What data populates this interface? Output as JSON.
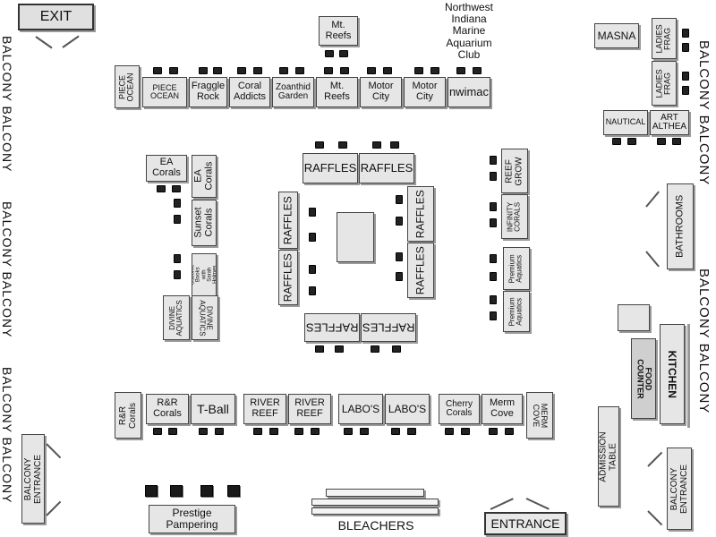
{
  "exit": "EXIT",
  "entrance": "ENTRANCE",
  "bleachers": "BLEACHERS",
  "club": "Northwest\nIndiana\nMarine\nAquarium\nClub",
  "balcony": {
    "left_col1": "BALCONY   BALCONY",
    "left_col2": "BALCONY   BALCONY",
    "left_col3": "BALCONY   BALCONY",
    "right_upper": "BALCONY   BALCONY",
    "right_lower": "BALCONY   BALCONY",
    "left_entrance": "BALCONY\nENTRANCE",
    "right_entrance": "BALCONY\nENTRANCE"
  },
  "booths": {
    "mt_reefs_top": "Mt.\nReefs",
    "masna": "MASNA",
    "ladies_frag_1": "LADIES\nFRAG",
    "ladies_frag_2": "LADIES\nFRAG",
    "piece_ocean_v": "PIECE\nOCEAN",
    "piece_ocean": "PIECE\nOCEAN",
    "fraggle_rock": "Fraggle\nRock",
    "coral_addicts": "Coral\nAddicts",
    "zoanthid_garden": "Zoanthid\nGarden",
    "mt_reefs_row": "Mt.\nReefs",
    "motor_city_1": "Motor\nCity",
    "motor_city_2": "Motor\nCity",
    "nwimac": "nwimac",
    "nautical": "NAUTICAL",
    "art_althea": "ART\nALTHEA",
    "ea_corals_h": "EA\nCorals",
    "ea_corals_v": "EA\nCorals",
    "sunset_corals": "Sunset\nCorals",
    "usborne": "Usborne Books\nwith\nSarah Holmes",
    "divine_1": "DIVINE\nAQUATICS",
    "divine_2": "DIVINE\nAQUATICS",
    "raffles_top_1": "RAFFLES",
    "raffles_top_2": "RAFFLES",
    "raffles_left_1": "RAFFLES",
    "raffles_left_2": "RAFFLES",
    "raffles_right_1": "RAFFLES",
    "raffles_right_2": "RAFFLES",
    "raffles_bottom_1": "RAFFLES",
    "raffles_bottom_2": "RAFFLES",
    "reef_grow": "REEF\nGROW",
    "infinity_corals": "INFINITY\nCORALS",
    "premium_1": "Premium\nAquatics",
    "premium_2": "Premium\nAquatics",
    "bathrooms": "BATHROOMS",
    "kitchen": "KITCHEN",
    "food_counter": "FOOD\nCOUNTER",
    "admission": "ADMISSION TABLE",
    "rr_corals_v": "R&R\nCorals",
    "rr_corals": "R&R\nCorals",
    "tball": "T-Ball",
    "river_reef_1": "RIVER\nREEF",
    "river_reef_2": "RIVER\nREEF",
    "labos_1": "LABO'S",
    "labos_2": "LABO'S",
    "cherry_corals": "Cherry\nCorals",
    "merm_cove": "Merm\nCove",
    "merm_cove_v": "MERM\nCOVE",
    "prestige": "Prestige Pampering"
  }
}
